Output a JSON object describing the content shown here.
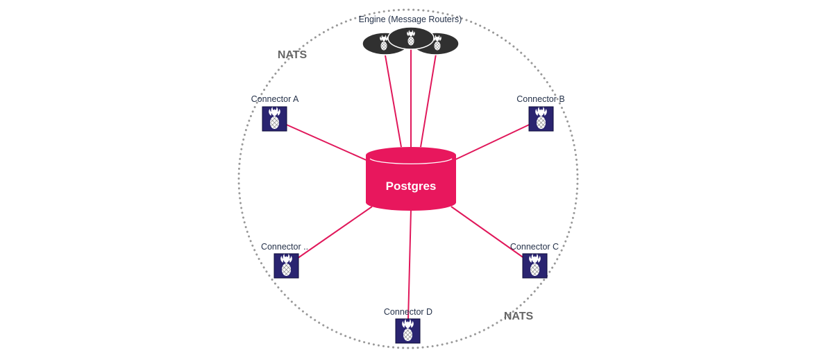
{
  "title": "Engine (Message Routers)",
  "database": {
    "label": "Postgres",
    "color": "#e8175d"
  },
  "bus": {
    "labels": [
      "NATS",
      "NATS"
    ],
    "color": "#999999"
  },
  "connectors": [
    {
      "id": "a",
      "label": "Connector A"
    },
    {
      "id": "b",
      "label": "Connector B"
    },
    {
      "id": "etc",
      "label": "Connector .."
    },
    {
      "id": "c",
      "label": "Connector C"
    },
    {
      "id": "d",
      "label": "Connector D"
    }
  ],
  "routers": [
    {
      "id": "router-1"
    },
    {
      "id": "router-2"
    },
    {
      "id": "router-3"
    }
  ],
  "colors": {
    "line": "#e0175a",
    "connector_box": "#2a2470",
    "router_fill": "#303030",
    "icon_fill": "#ffffff"
  },
  "icons": {
    "connector": "flaming-pineapple-icon",
    "router": "flaming-pineapple-icon"
  }
}
